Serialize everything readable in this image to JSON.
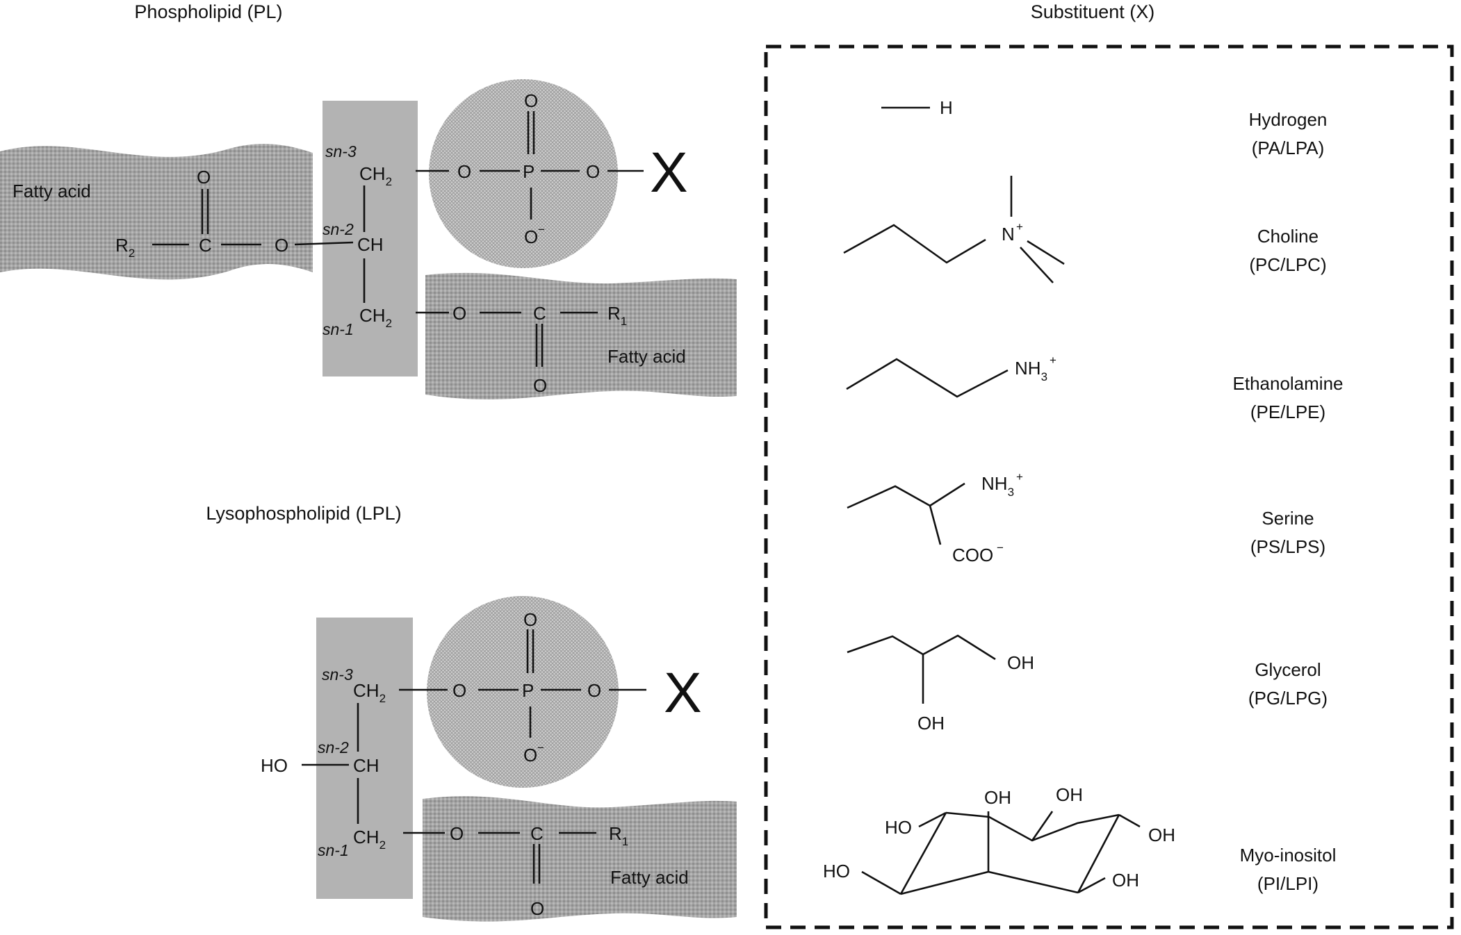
{
  "headings": {
    "phospholipid": "Phospholipid (PL)",
    "lysophospholipid": "Lysophospholipid (LPL)",
    "substituent": "Substituent (X)"
  },
  "pl": {
    "fatty_acid_top": "Fatty acid",
    "fatty_acid_bottom": "Fatty acid",
    "sn3": "sn-3",
    "sn2": "sn-2",
    "sn1": "sn-1",
    "ch2_top": "CH",
    "ch": "CH",
    "ch2_bottom": "CH",
    "sub2": "2",
    "r2": "R",
    "r2_sub": "2",
    "c_top": "C",
    "o_ester_top": "O",
    "o_carbonyl_top": "O",
    "o_link_top": "O",
    "p": "P",
    "o_phos_top": "O",
    "o_phos_bottom": "O",
    "o_link_x": "O",
    "minus": "−",
    "x": "X",
    "o_ester_bottom": "O",
    "c_bottom": "C",
    "r1": "R",
    "r1_sub": "1",
    "o_carbonyl_bottom": "O"
  },
  "lpl": {
    "fatty_acid": "Fatty acid",
    "sn3": "sn-3",
    "sn2": "sn-2",
    "sn1": "sn-1",
    "ch2_top": "CH",
    "ch": "CH",
    "ch2_bottom": "CH",
    "sub2": "2",
    "ho": "HO",
    "o_link": "O",
    "p": "P",
    "o_phos_top": "O",
    "o_phos_bottom": "O",
    "o_link_x": "O",
    "minus": "−",
    "x": "X",
    "o_ester": "O",
    "c": "C",
    "r1": "R",
    "r1_sub": "1",
    "o_carbonyl": "O"
  },
  "substituents": [
    {
      "name": "Hydrogen",
      "abbr": "(PA/LPA)",
      "atoms": [
        "H"
      ]
    },
    {
      "name": "Choline",
      "abbr": "(PC/LPC)",
      "atoms": [
        "N",
        "+"
      ]
    },
    {
      "name": "Ethanolamine",
      "abbr": "(PE/LPE)",
      "atoms": [
        "NH",
        "3",
        "+"
      ]
    },
    {
      "name": "Serine",
      "abbr": "(PS/LPS)",
      "atoms": [
        "NH",
        "3",
        "+",
        "COO",
        "−"
      ]
    },
    {
      "name": "Glycerol",
      "abbr": "(PG/LPG)",
      "atoms": [
        "OH",
        "OH"
      ]
    },
    {
      "name": "Myo-inositol",
      "abbr": "(PI/LPI)",
      "atoms": [
        "OH",
        "OH",
        "HO",
        "OH",
        "HO",
        "OH"
      ]
    }
  ],
  "colors": {
    "glycerol_box": "#b3b3b3",
    "fatty_acid_band": "#a6a6a6",
    "phosphate_circle": "#c4c4c4",
    "ink": "#111111"
  }
}
